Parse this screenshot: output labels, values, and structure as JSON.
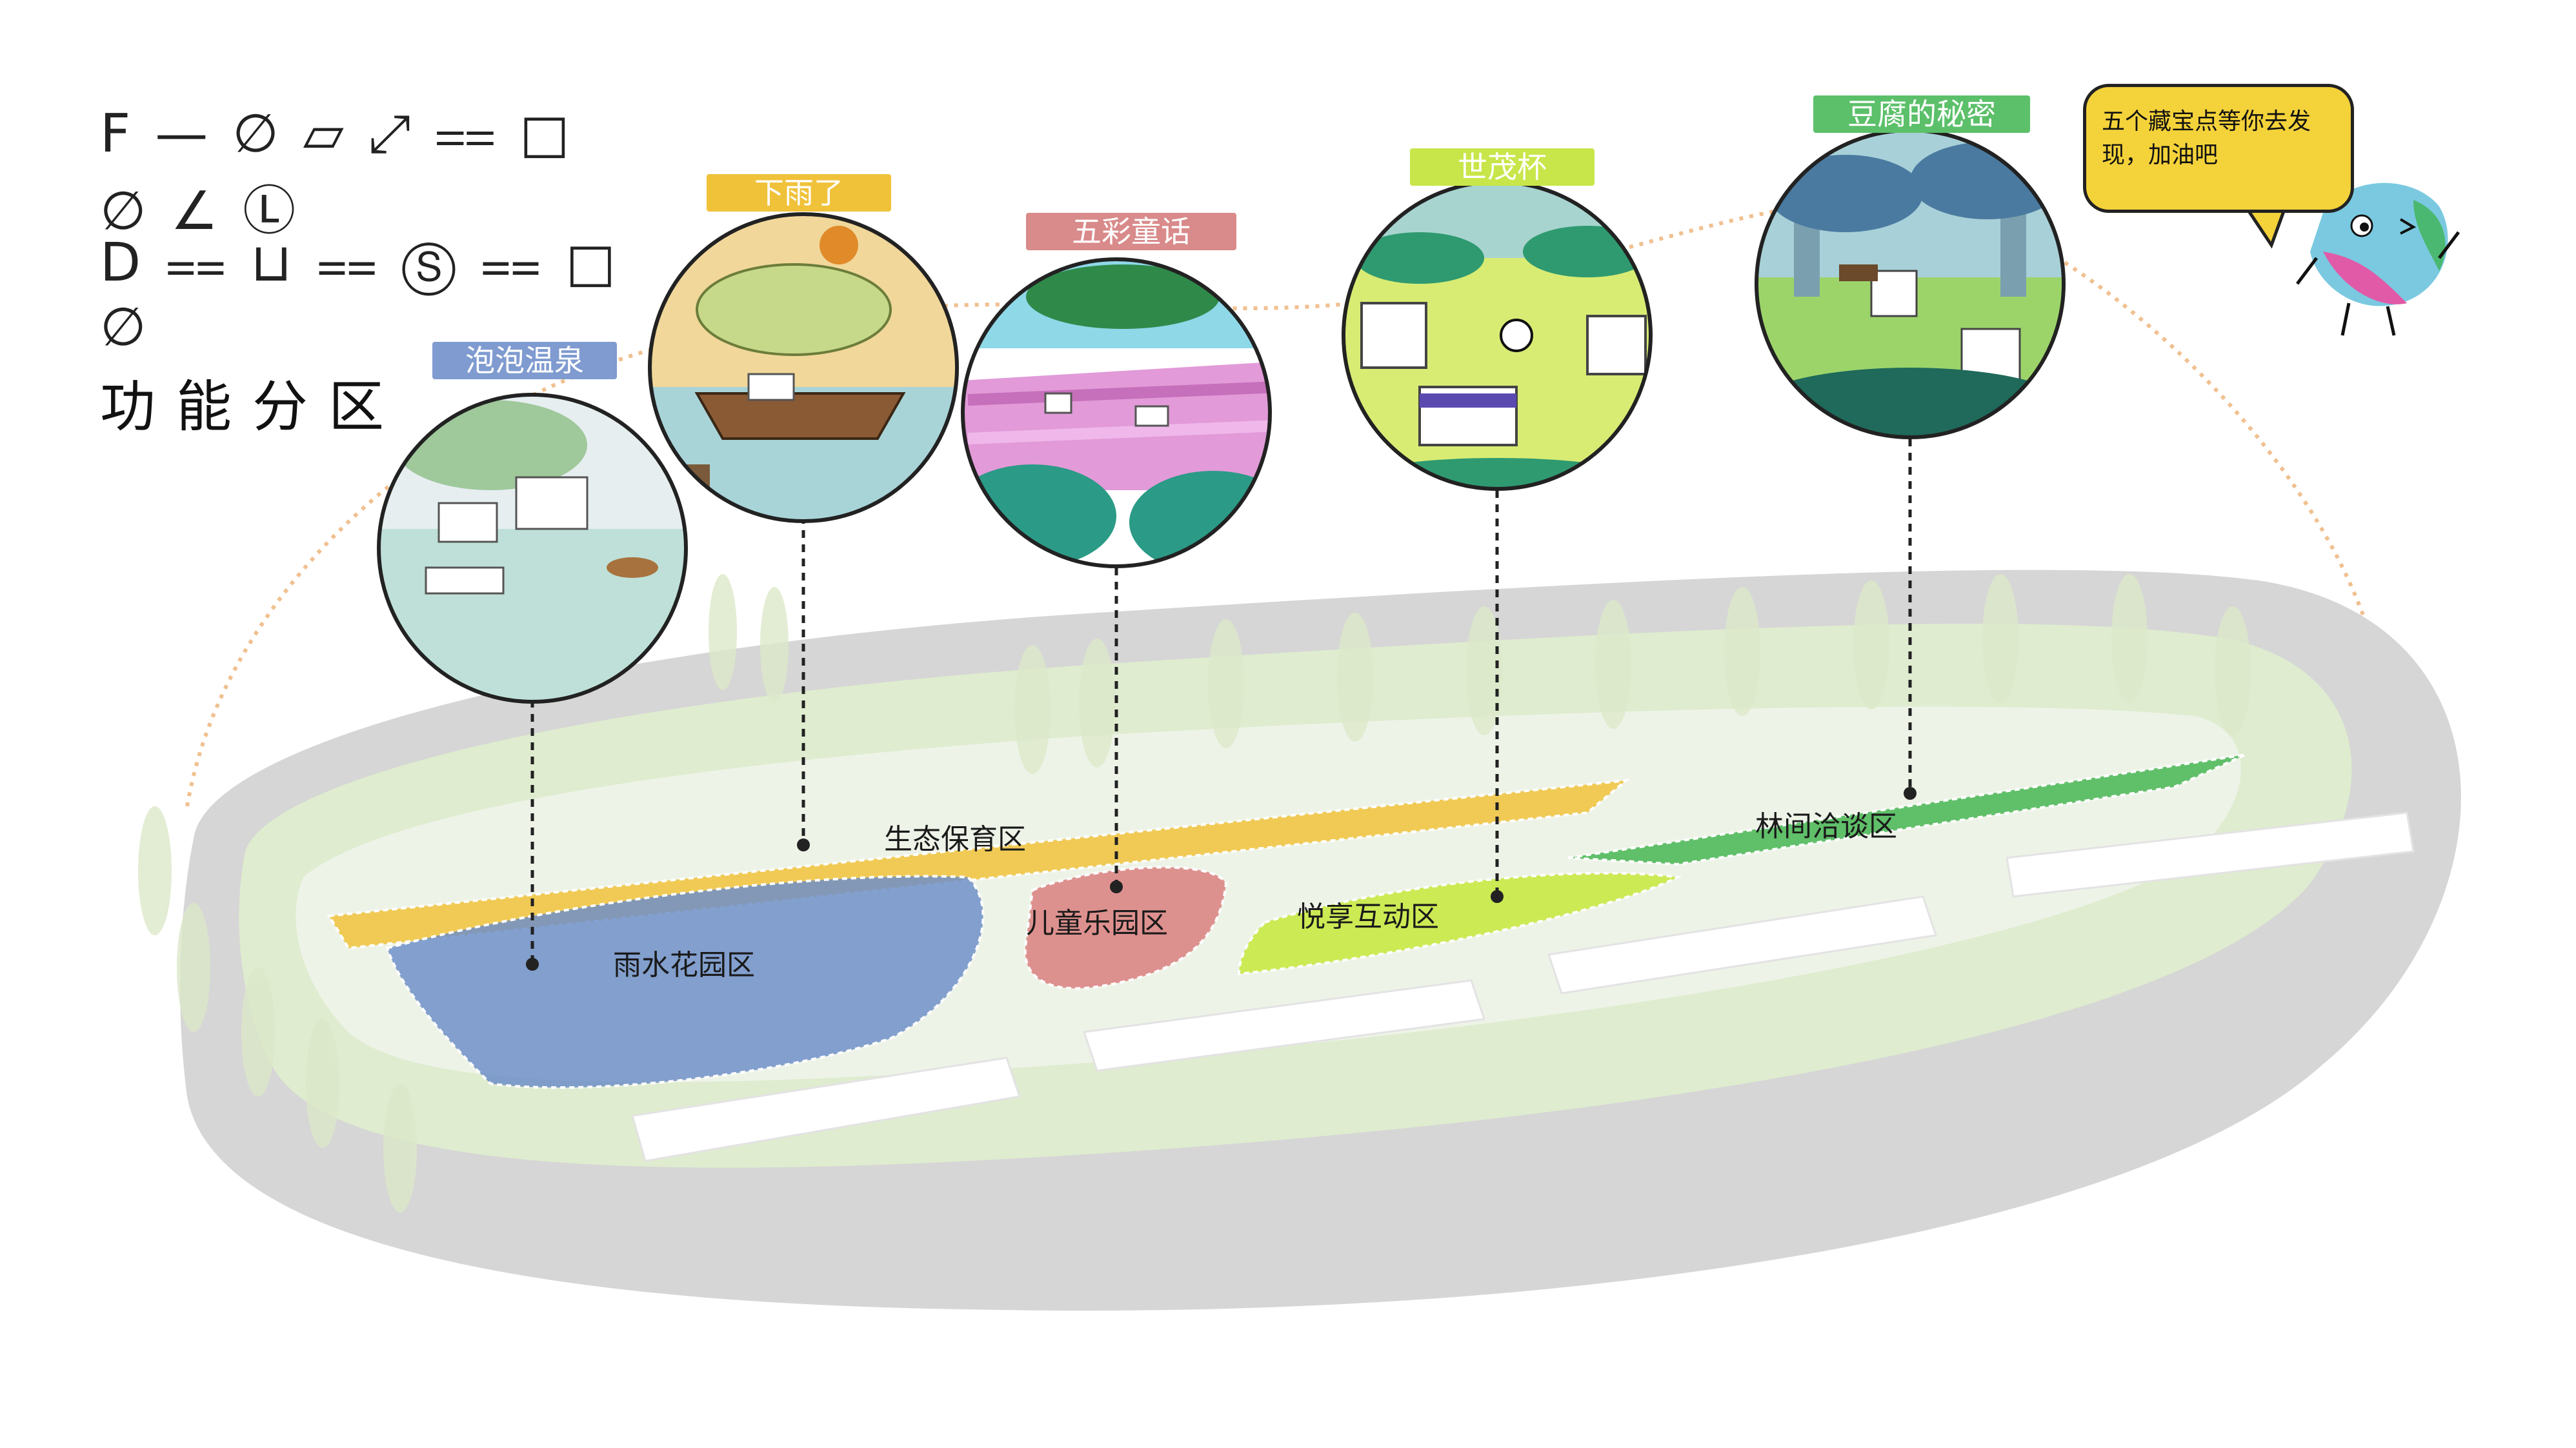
{
  "legend_glyphs": {
    "row1": "F — ∅ ▱ ⤢ ⩵ □",
    "row2": "∅ ∠ Ⓛ",
    "row3": "D ⩵ ⊔ ⩵ Ⓢ ⩵ □",
    "row4": "∅"
  },
  "title": "功能分区",
  "bubbles": [
    {
      "label": "泡泡温泉",
      "color": "#7f9bd0"
    },
    {
      "label": "下雨了",
      "color": "#f0c23a"
    },
    {
      "label": "五彩童话",
      "color": "#d98a8a"
    },
    {
      "label": "世茂杯",
      "color": "#c8e64a"
    },
    {
      "label": "豆腐的秘密",
      "color": "#5cc06a"
    }
  ],
  "zones": {
    "ecology": "生态保育区",
    "rain_garden": "雨水花园区",
    "kids": "儿童乐园区",
    "interaction": "悦享互动区",
    "forest": "林间洽谈区"
  },
  "speech_text": "五个藏宝点等你去发现，加油吧",
  "colors": {
    "ecology": "#f0c23a",
    "rain_garden": "#6f8fc8",
    "kids": "#d97f7f",
    "interaction": "#c6e83a",
    "forest": "#46b552",
    "road": "#cfcfcf",
    "green": "#dcebcb"
  }
}
